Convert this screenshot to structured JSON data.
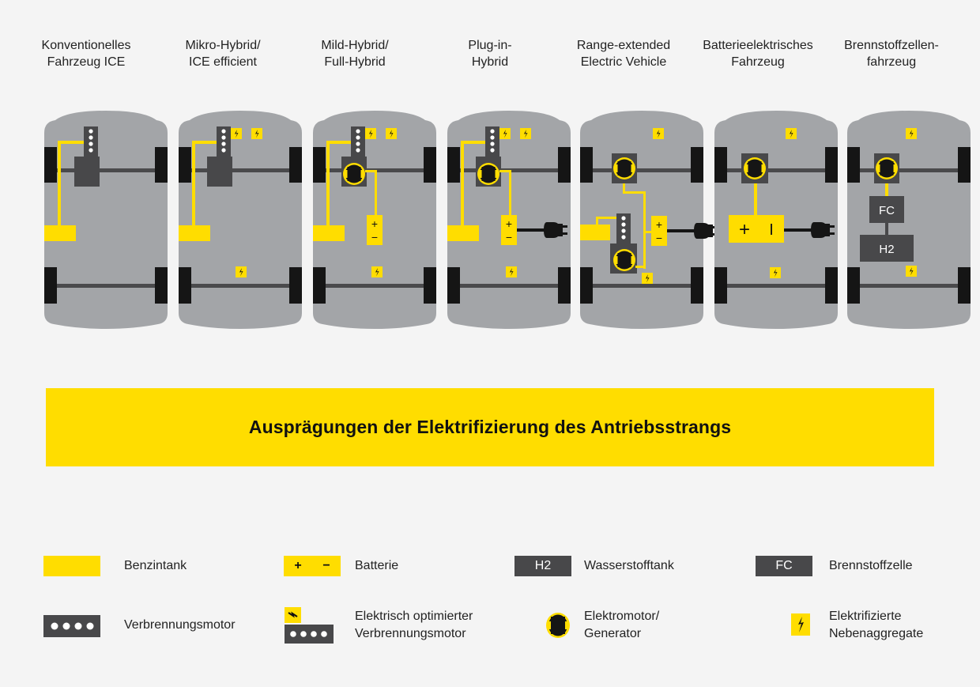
{
  "columns": [
    {
      "line1": "Konventionelles",
      "line2": "Fahrzeug ICE"
    },
    {
      "line1": "Mikro-Hybrid/",
      "line2": "ICE efficient"
    },
    {
      "line1": "Mild-Hybrid/",
      "line2": "Full-Hybrid"
    },
    {
      "line1": "Plug-in-",
      "line2": "Hybrid"
    },
    {
      "line1": "Range-extended",
      "line2": "Electric Vehicle"
    },
    {
      "line1": "Batterieelektrisches",
      "line2": "Fahrzeug"
    },
    {
      "line1": "Brennstoffzellen-",
      "line2": "fahrzeug"
    }
  ],
  "banner": {
    "title": "Ausprägungen der Elektrifizierung des Antriebsstrangs"
  },
  "car_labels": {
    "fc": "FC",
    "h2": "H2",
    "plus": "+",
    "minus": "−",
    "bev_minus": "I"
  },
  "legend": [
    {
      "label": "Benzintank",
      "symbol": "fuel-tank"
    },
    {
      "label": "Batterie",
      "symbol": "battery",
      "plus": "+",
      "minus": "−"
    },
    {
      "label": "Wasserstofftank",
      "symbol": "hydrogen-tank",
      "text": "H2"
    },
    {
      "label": "Brennstoffzelle",
      "symbol": "fuel-cell",
      "text": "FC"
    },
    {
      "label": "Verbrennungsmotor",
      "symbol": "combustion-engine"
    },
    {
      "label_line1": "Elektrisch optimierter",
      "label_line2": "Verbrennungsmotor",
      "symbol": "electrically-optimized-engine"
    },
    {
      "label_line1": "Elektromotor/",
      "label_line2": "Generator",
      "symbol": "electric-motor"
    },
    {
      "label_line1": "Elektrifizierte",
      "label_line2": "Nebenaggregate",
      "symbol": "electrified-auxiliaries"
    }
  ],
  "colors": {
    "yellow": "#ffdd00",
    "car_body": "#a3a5a8",
    "dark_component": "#48484a",
    "wheel": "#151515",
    "background": "#f4f4f4"
  }
}
